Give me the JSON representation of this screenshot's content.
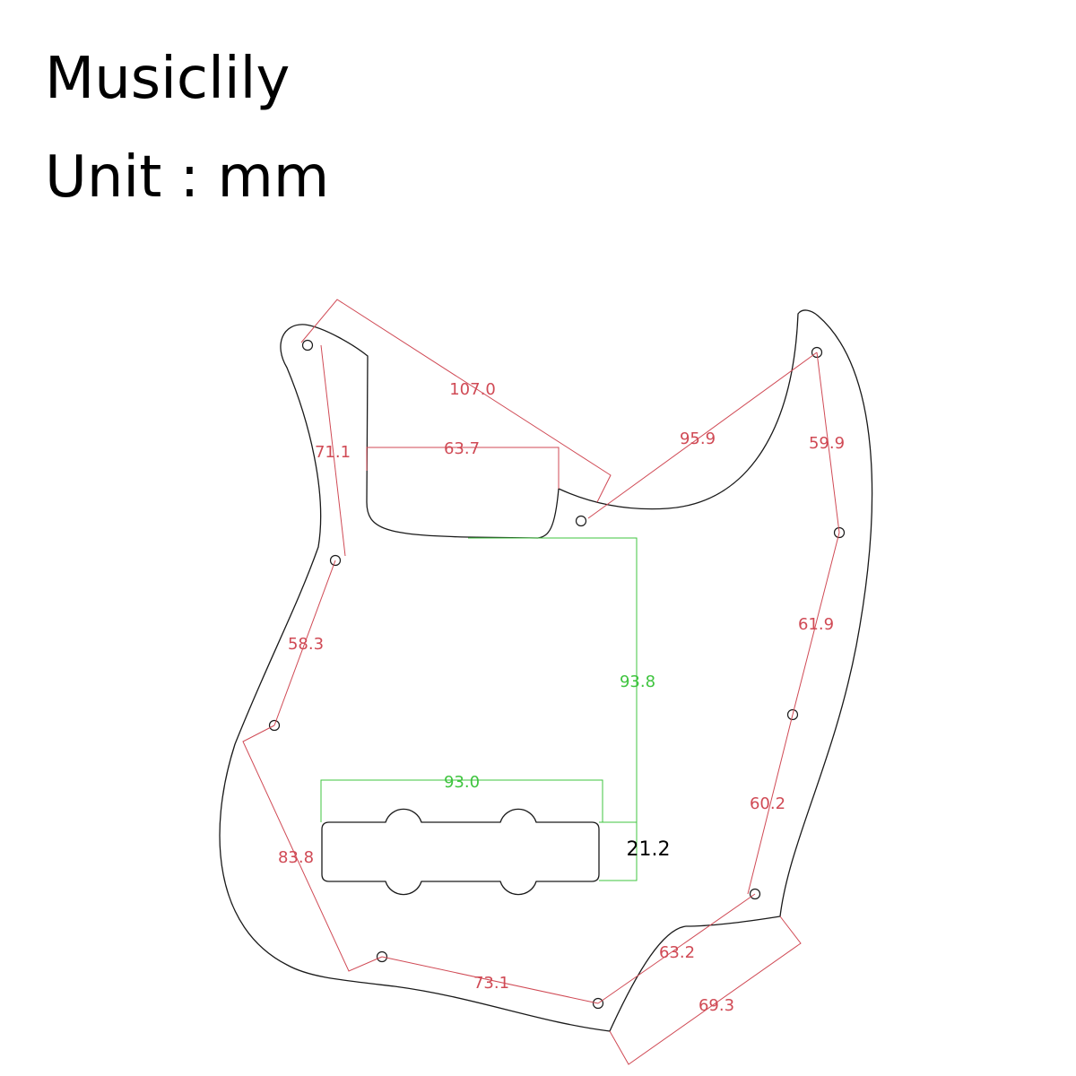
{
  "header": {
    "brand": "Musiclily",
    "unit_line": "Unit : mm"
  },
  "colors": {
    "outline": "#1a1a1a",
    "dimension_red": "#d04a55",
    "dimension_green": "#3fc43f",
    "label_black": "#000000"
  },
  "dimensions": {
    "top_span": "107.0",
    "horn_width": "63.7",
    "upper_left_edge": "71.1",
    "upper_right_diag": "95.9",
    "right_top": "59.9",
    "left_middle": "58.3",
    "right_middle": "61.9",
    "center_height": "93.8",
    "pickup_width": "93.0",
    "pickup_height": "21.2",
    "right_lower": "60.2",
    "left_lower": "83.8",
    "lower_right_diag": "63.2",
    "bottom": "73.1",
    "bottom_right": "69.3"
  }
}
